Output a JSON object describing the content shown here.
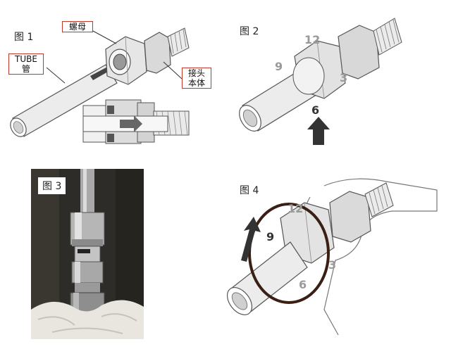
{
  "figures": {
    "fig1": {
      "label": "图 1",
      "callouts": {
        "nut": "螺母",
        "tube_line1": "TUBE",
        "tube_line2": "管",
        "body_line1": "接头",
        "body_line2": "本体"
      }
    },
    "fig2": {
      "label": "图 2",
      "clock_marks": [
        "12",
        "3",
        "6",
        "9"
      ]
    },
    "fig3": {
      "label": "图 3"
    },
    "fig4": {
      "label": "图 4",
      "clock_marks": [
        "12",
        "3",
        "6",
        "9"
      ]
    }
  },
  "colors": {
    "callout_border": "#c0392b",
    "metal_light": "#e8e8e8",
    "metal_mid": "#bdbdbd",
    "metal_dark": "#7a7a7a",
    "ring": "#3a1f14"
  }
}
